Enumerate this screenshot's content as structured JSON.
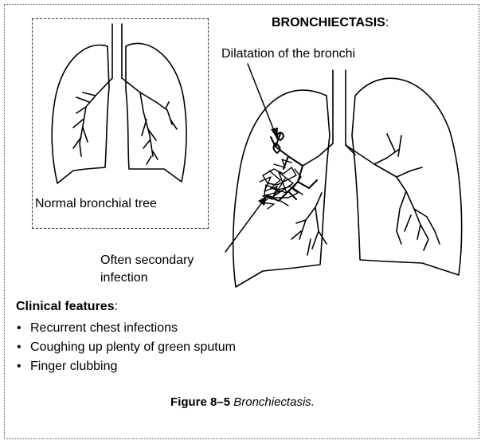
{
  "diagram": {
    "title": "BRONCHIECTASIS",
    "title_suffix": ":",
    "label_dilatation": "Dilatation of the bronchi",
    "label_normal": "Normal bronchial tree",
    "label_infection_line1": "Often secondary",
    "label_infection_line2": "infection"
  },
  "features": {
    "heading": "Clinical features",
    "heading_suffix": ":",
    "items": [
      "Recurrent chest infections",
      "Coughing up plenty of green sputum",
      "Finger clubbing"
    ]
  },
  "caption": {
    "figure_label": "Figure 8–5",
    "figure_text": "Bronchiectasis."
  }
}
